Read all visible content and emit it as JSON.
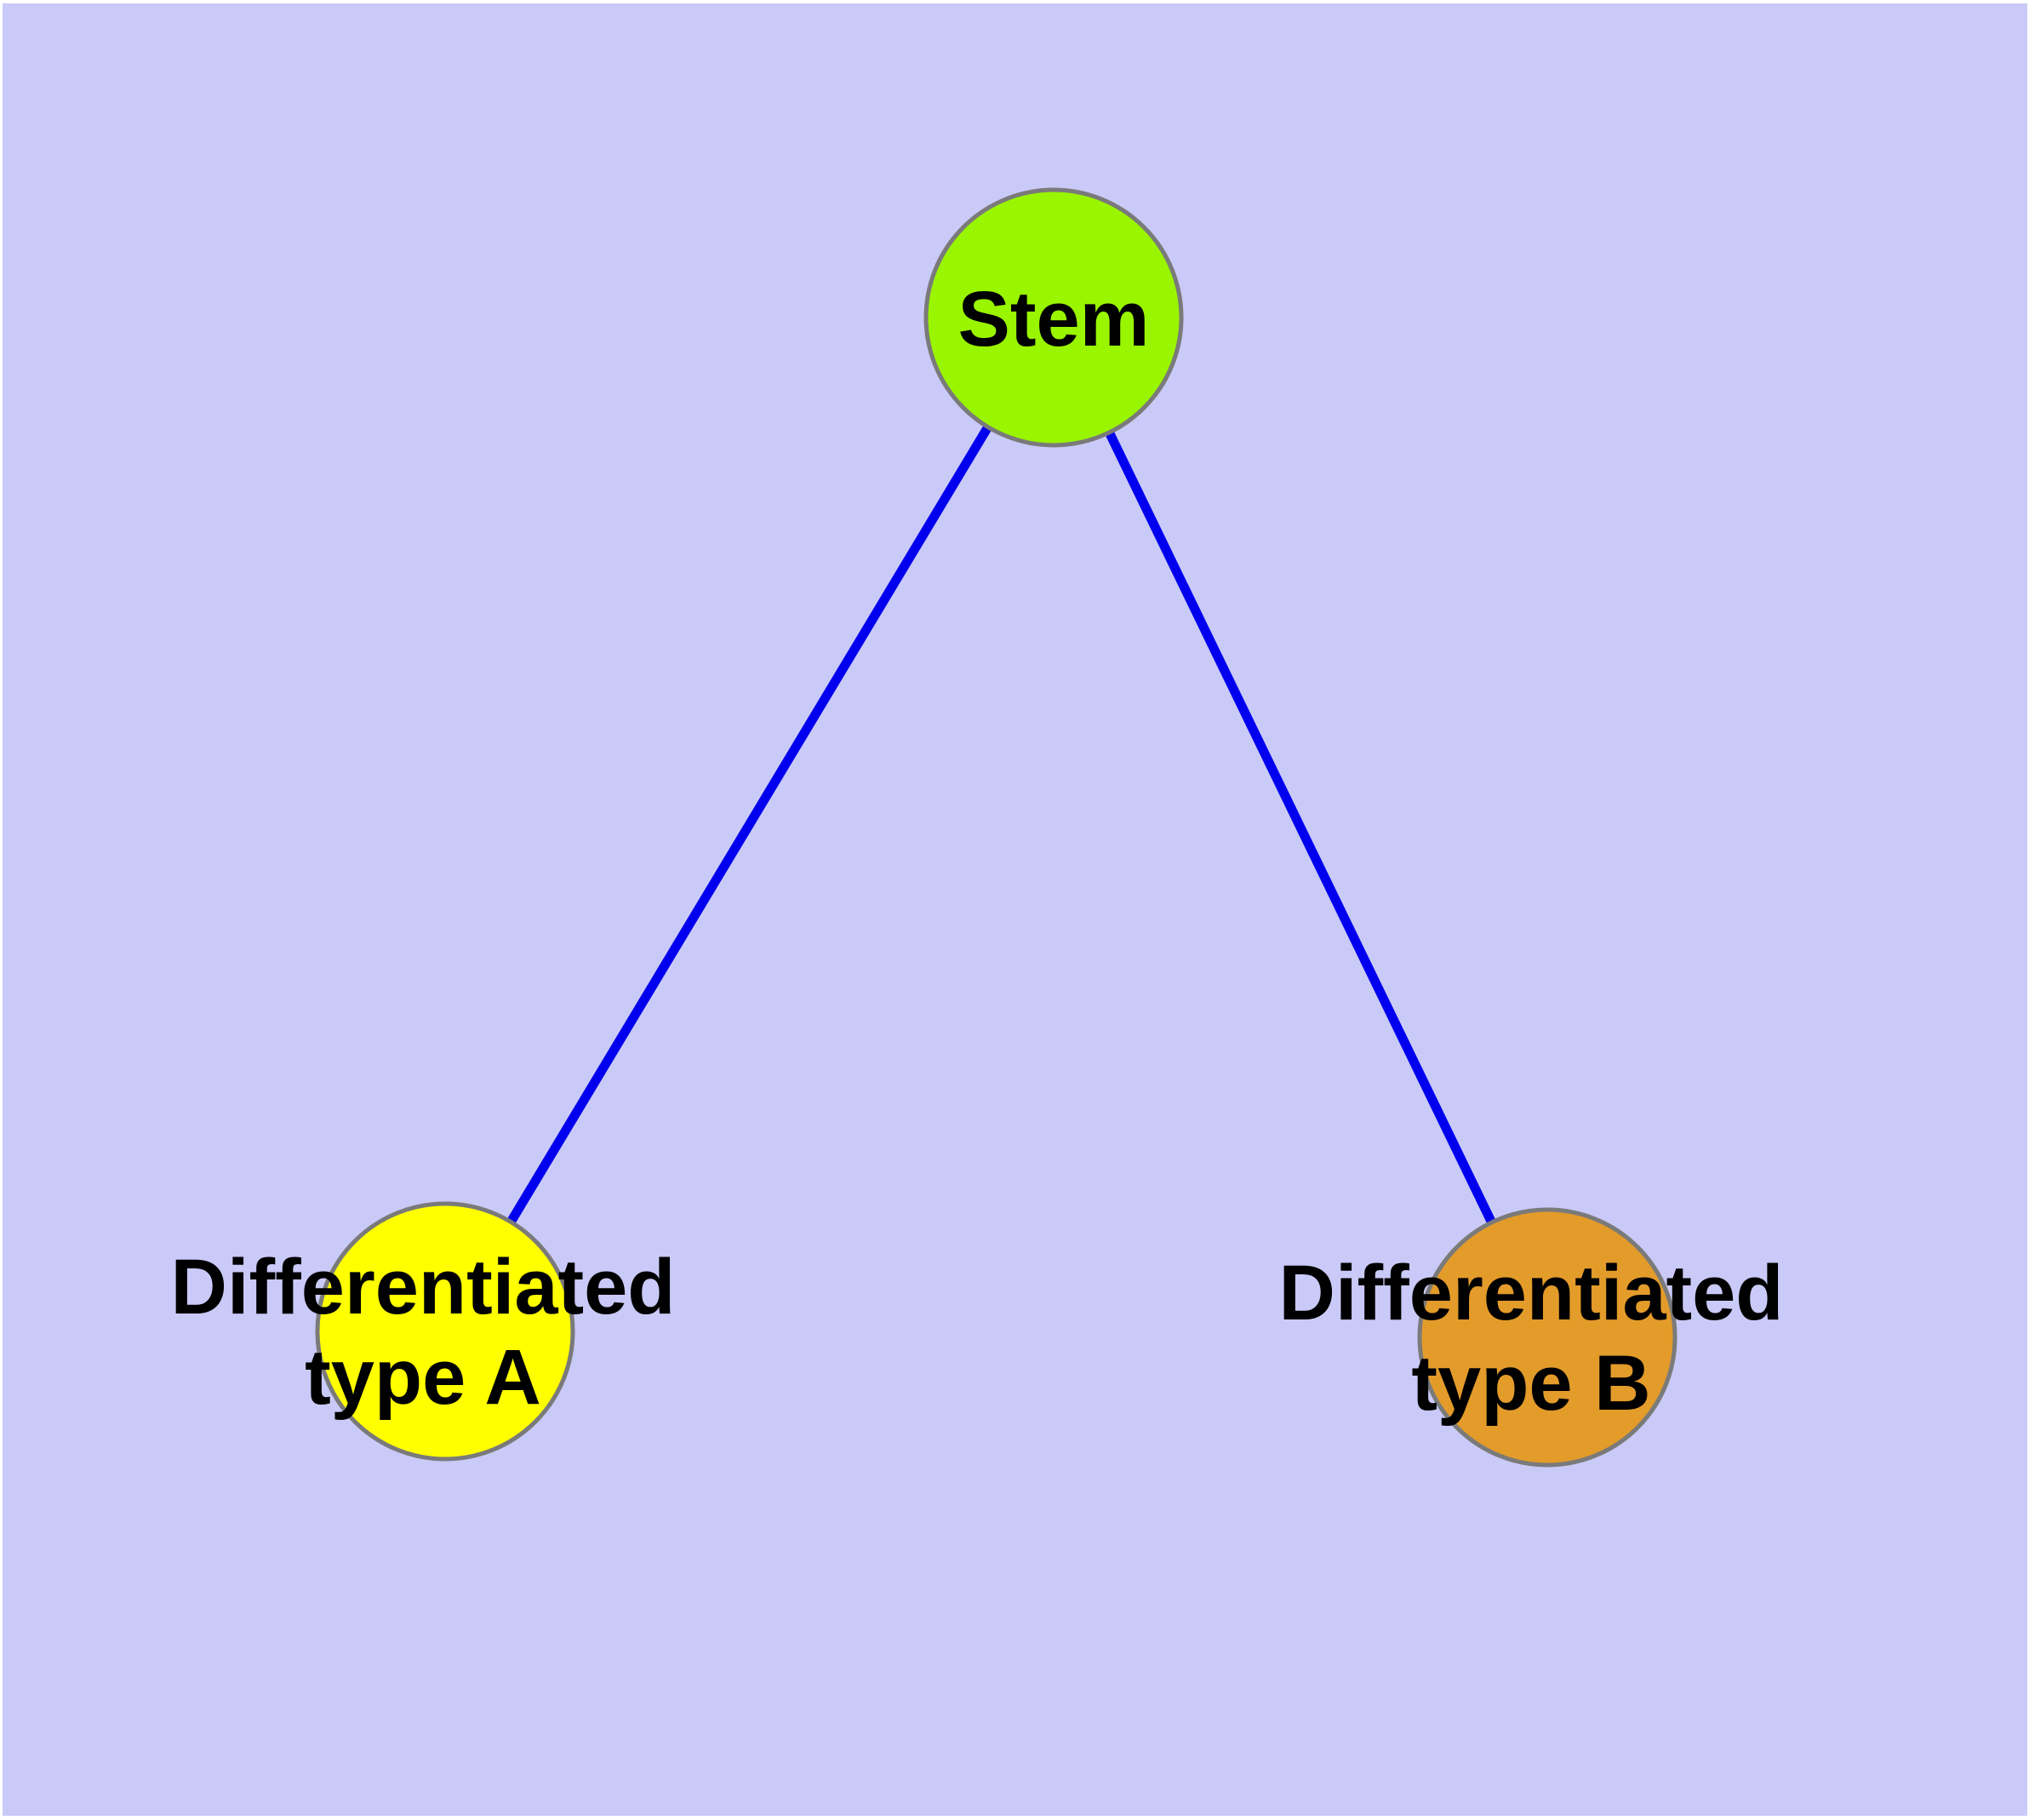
{
  "diagram": {
    "type": "node-link-graph",
    "background_color": "#CACAF8",
    "margin_color": "#FFFFFF",
    "edge_color": "#0000EE",
    "node_border_color": "#7A7A7A",
    "label_color": "#000000",
    "nodes": {
      "stem": {
        "id": "Stem",
        "label": "Stem",
        "fill": "#99F500"
      },
      "typeA": {
        "id": "Differentiated type A",
        "label_line1": "Differentiated",
        "label_line2": "type A",
        "fill": "#FFFF00"
      },
      "typeB": {
        "id": "Differentiated type B",
        "label_line1": "Differentiated",
        "label_line2": "type B",
        "fill": "#E39B2A"
      }
    },
    "edges": [
      {
        "from": "Stem",
        "to": "Differentiated type A"
      },
      {
        "from": "Stem",
        "to": "Differentiated type B"
      }
    ]
  }
}
